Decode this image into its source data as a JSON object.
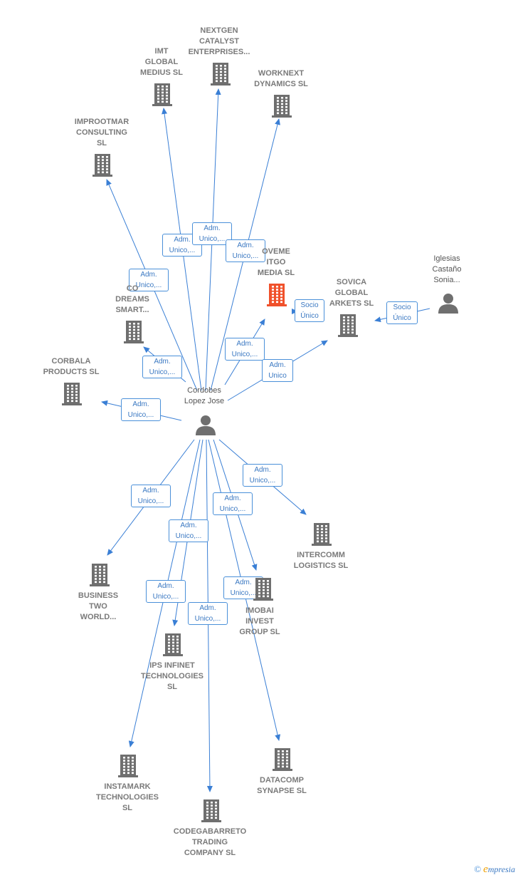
{
  "nodes": [
    {
      "id": "nextgen",
      "kind": "company",
      "label": "NEXTGEN\nCATALYST\nENTERPRISES..."
    },
    {
      "id": "imt",
      "kind": "company",
      "label": "IMT\nGLOBAL\nMEDIUS  SL"
    },
    {
      "id": "worknext",
      "kind": "company",
      "label": "WORKNEXT\nDYNAMICS  SL"
    },
    {
      "id": "improotmar",
      "kind": "company",
      "label": "IMPROOTMAR\nCONSULTING\nSL"
    },
    {
      "id": "moveme",
      "kind": "company-highlight",
      "label": "OVEME\nITGO\nMEDIA  SL"
    },
    {
      "id": "codreams",
      "kind": "company",
      "label": "CO\nDREAMS\nSMART..."
    },
    {
      "id": "sovica",
      "kind": "company",
      "label": "SOVICA\nGLOBAL\nARKETS  SL"
    },
    {
      "id": "iglesias",
      "kind": "person",
      "label": "Iglesias\nCastaño\nSonia..."
    },
    {
      "id": "corbala",
      "kind": "company",
      "label": "CORBALA\nPRODUCTS  SL"
    },
    {
      "id": "cordobes",
      "kind": "person",
      "label": "Cordobes\nLopez Jose"
    },
    {
      "id": "intercomm",
      "kind": "company",
      "label": "INTERCOMM\nLOGISTICS  SL"
    },
    {
      "id": "business",
      "kind": "company",
      "label": "BUSINESS\nTWO\nWORLD..."
    },
    {
      "id": "imobai",
      "kind": "company",
      "label": "IMOBAI\nINVEST\nGROUP  SL"
    },
    {
      "id": "ips",
      "kind": "company",
      "label": "IPS INFINET\nTECHNOLOGIES\nSL"
    },
    {
      "id": "instamark",
      "kind": "company",
      "label": "INSTAMARK\nTECHNOLOGIES\nSL"
    },
    {
      "id": "datacomp",
      "kind": "company",
      "label": "DATACOMP\nSYNAPSE  SL"
    },
    {
      "id": "codegabarreto",
      "kind": "company",
      "label": "CODEGABARRETO\nTRADING\nCOMPANY  SL"
    }
  ],
  "edges": [
    {
      "from": "cordobes",
      "to": "imt",
      "label": "Adm.\nUnico,..."
    },
    {
      "from": "cordobes",
      "to": "nextgen",
      "label": "Adm.\nUnico,..."
    },
    {
      "from": "cordobes",
      "to": "worknext",
      "label": "Adm.\nUnico,..."
    },
    {
      "from": "cordobes",
      "to": "improotmar",
      "label": "Adm.\nUnico,..."
    },
    {
      "from": "cordobes",
      "to": "moveme",
      "label": "Adm.\nUnico,..."
    },
    {
      "from": "cordobes",
      "to": "codreams",
      "label": "Adm.\nUnico,..."
    },
    {
      "from": "cordobes",
      "to": "sovica",
      "label": "Adm.\nUnico"
    },
    {
      "from": "iglesias",
      "to": "sovica",
      "label": "Socio\nÚnico"
    },
    {
      "from": "moveme",
      "to": "sovica",
      "label": "Socio\nÚnico"
    },
    {
      "from": "cordobes",
      "to": "corbala",
      "label": "Adm.\nUnico,..."
    },
    {
      "from": "cordobes",
      "to": "intercomm",
      "label": "Adm.\nUnico,..."
    },
    {
      "from": "cordobes",
      "to": "business",
      "label": "Adm.\nUnico,..."
    },
    {
      "from": "cordobes",
      "to": "imobai",
      "label": "Adm.\nUnico,..."
    },
    {
      "from": "cordobes",
      "to": "ips",
      "label": "Adm.\nUnico,..."
    },
    {
      "from": "cordobes",
      "to": "instamark",
      "label": "Adm.\nUnico,..."
    },
    {
      "from": "cordobes",
      "to": "codegabarreto",
      "label": "Adm.\nUnico,..."
    },
    {
      "from": "cordobes",
      "to": "datacomp",
      "label": "Adm.\nUnico,..."
    }
  ],
  "colors": {
    "edge": "#3a7fd5",
    "company": "#6f6f6f",
    "highlight": "#f0512b",
    "person": "#6f6f6f"
  },
  "brand": {
    "copyright": "©",
    "first_letter": "e",
    "rest": "mpresia"
  }
}
